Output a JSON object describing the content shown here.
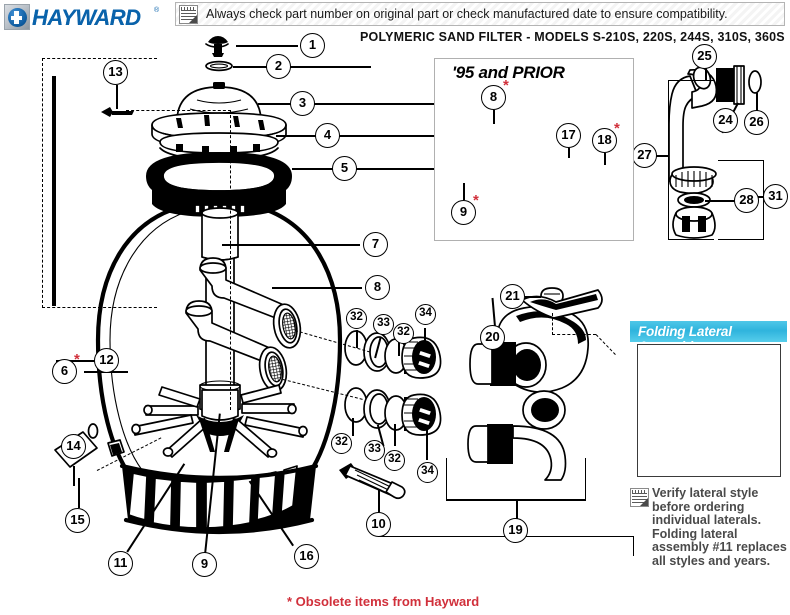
{
  "brand": {
    "name": "HAYWARD",
    "registered": "®",
    "logo_icon": "hayward-h-logo"
  },
  "header": {
    "note_icon": "notepad-icon",
    "note_text": "Always check part number on original part or check manufactured date to ensure compatibility.",
    "title": "POLYMERIC SAND FILTER - MODELS S-210S, 220S, 244S, 310S, 360S"
  },
  "panels": {
    "prior_panel": {
      "title": "'95 and PRIOR",
      "callouts": [
        {
          "id": "8",
          "label": "8",
          "obsolete": true
        },
        {
          "id": "9",
          "label": "9",
          "obsolete": true
        },
        {
          "id": "17",
          "label": "17",
          "obsolete": false
        },
        {
          "id": "18",
          "label": "18",
          "obsolete": true
        }
      ]
    },
    "folding_lateral": {
      "title": "Folding Lateral Assembly",
      "header_color": "#2fb4dd",
      "illustration": "folding-lateral-illustration"
    }
  },
  "verify_note": {
    "icon": "notepad-icon",
    "lines": [
      "Verify lateral style",
      "before ordering",
      "individual laterals.",
      "Folding lateral",
      "assembly #11 replaces",
      "all styles and years."
    ]
  },
  "footnote": {
    "text": "* Obsolete items from Hayward",
    "color": "#d1303b"
  },
  "callouts": [
    {
      "label": "1",
      "obsolete": false,
      "part": "air-relief-valve"
    },
    {
      "label": "2",
      "obsolete": false,
      "part": "o-ring"
    },
    {
      "label": "3",
      "obsolete": false,
      "part": "dome-cover"
    },
    {
      "label": "4",
      "obsolete": false,
      "part": "cover-flange"
    },
    {
      "label": "5",
      "obsolete": false,
      "part": "clamp-ring"
    },
    {
      "label": "6",
      "obsolete": true,
      "part": "tank-body"
    },
    {
      "label": "7",
      "obsolete": false,
      "part": "standpipe"
    },
    {
      "label": "8",
      "obsolete": false,
      "part": "bulkhead-elbow"
    },
    {
      "label": "9",
      "obsolete": false,
      "part": "lateral-hub"
    },
    {
      "label": "10",
      "obsolete": false,
      "part": "drain-plug"
    },
    {
      "label": "11",
      "obsolete": false,
      "part": "lateral"
    },
    {
      "label": "12",
      "obsolete": false,
      "part": "sight-glass-rod"
    },
    {
      "label": "13",
      "obsolete": false,
      "part": "screw"
    },
    {
      "label": "14",
      "obsolete": false,
      "part": "drain-cap-gasket"
    },
    {
      "label": "15",
      "obsolete": false,
      "part": "drain-cap"
    },
    {
      "label": "16",
      "obsolete": false,
      "part": "base-skirt"
    },
    {
      "label": "19",
      "obsolete": false,
      "part": "valve-assembly"
    },
    {
      "label": "20",
      "obsolete": false,
      "part": "valve-union-nut"
    },
    {
      "label": "21",
      "obsolete": false,
      "part": "valve-handle-knob"
    },
    {
      "label": "24",
      "obsolete": false,
      "part": "elbow-nut"
    },
    {
      "label": "25",
      "obsolete": false,
      "part": "elbow-fitting"
    },
    {
      "label": "26",
      "obsolete": false,
      "part": "o-ring"
    },
    {
      "label": "27",
      "obsolete": false,
      "part": "elbow-assembly"
    },
    {
      "label": "28",
      "obsolete": false,
      "part": "o-ring"
    },
    {
      "label": "31",
      "obsolete": false,
      "part": "union-assembly"
    },
    {
      "label": "32",
      "obsolete": false,
      "part": "o-ring"
    },
    {
      "label": "33",
      "obsolete": false,
      "part": "gasket"
    },
    {
      "label": "34",
      "obsolete": false,
      "part": "bulkhead-fitting"
    }
  ]
}
